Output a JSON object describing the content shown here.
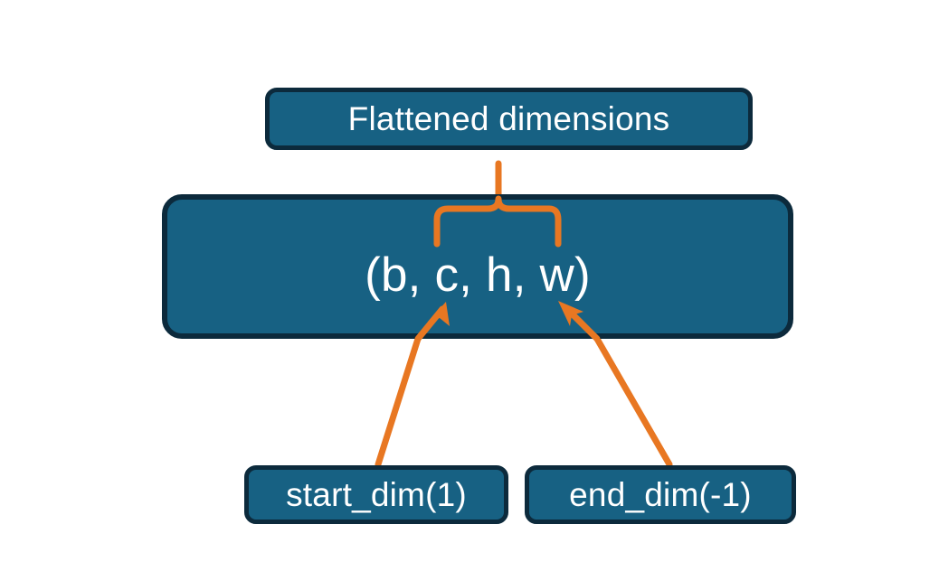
{
  "diagram": {
    "title_node": {
      "label": "Flattened dimensions",
      "name": "flattened-dimensions-box"
    },
    "shape_node": {
      "label": "(b, c, h, w)",
      "name": "tensor-shape-box"
    },
    "param_nodes": [
      {
        "label": "start_dim(1)",
        "name": "start-dim-box"
      },
      {
        "label": "end_dim(-1)",
        "name": "end-dim-box"
      }
    ],
    "connectors": [
      {
        "name": "brace-connector",
        "from": "tensor-shape-box",
        "to": "flattened-dimensions-box",
        "style": "curly-brace-up"
      },
      {
        "name": "start-dim-arrow",
        "from": "start-dim-box",
        "to": "tensor-shape-box",
        "style": "arrow-up-right"
      },
      {
        "name": "end-dim-arrow",
        "from": "end-dim-box",
        "to": "tensor-shape-box",
        "style": "arrow-up-left"
      }
    ],
    "colors": {
      "box_fill": "#176183",
      "box_border": "#0c2a3c",
      "box_text": "#ffffff",
      "accent": "#e87722",
      "background": "#ffffff"
    }
  }
}
